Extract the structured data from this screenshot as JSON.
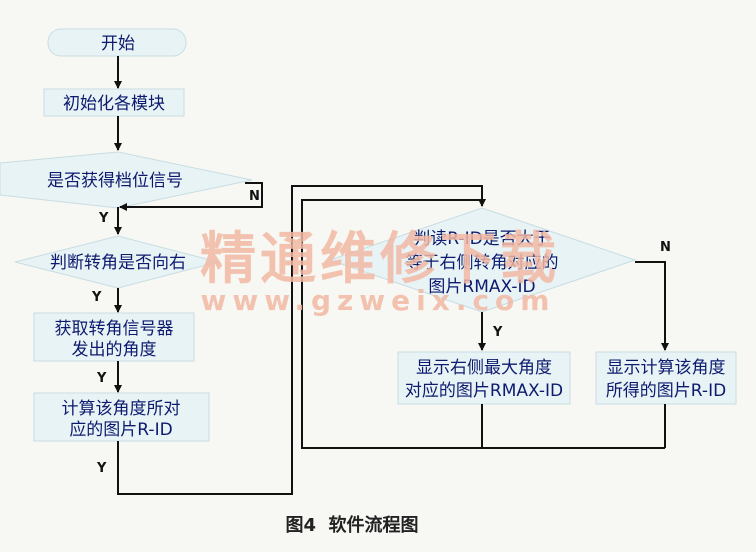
{
  "flowchart": {
    "nodes": {
      "start": "开始",
      "init": "初始化各模块",
      "gear": "是否获得档位信号",
      "turn": "判断转角是否向右",
      "get_angle": [
        "获取转角信号器",
        "发出的角度"
      ],
      "calc": [
        "计算该角度所对",
        "应的图片R-ID"
      ],
      "compare": [
        "判读R-ID是否大于",
        "等于右侧转角对应的",
        "图片RMAX-ID"
      ],
      "show_max": [
        "显示右侧最大角度",
        "对应的图片RMAX-ID"
      ],
      "show_calc": [
        "显示计算该角度",
        "所得的图片R-ID"
      ]
    },
    "edge_labels": {
      "gear_no": "N",
      "gear_yes": "Y",
      "turn_yes": "Y",
      "get_yes": "Y",
      "calc_yes": "Y",
      "compare_yes": "Y",
      "compare_no": "N"
    }
  },
  "watermark": {
    "name": "精通维修下载",
    "url": "www.gzweix.com"
  },
  "caption": "图4  软件流程图",
  "colors": {
    "box_fill": "#e8f3f5",
    "line": "#111111",
    "text": "#0d1a6e",
    "watermark": "#f2b9a4"
  }
}
